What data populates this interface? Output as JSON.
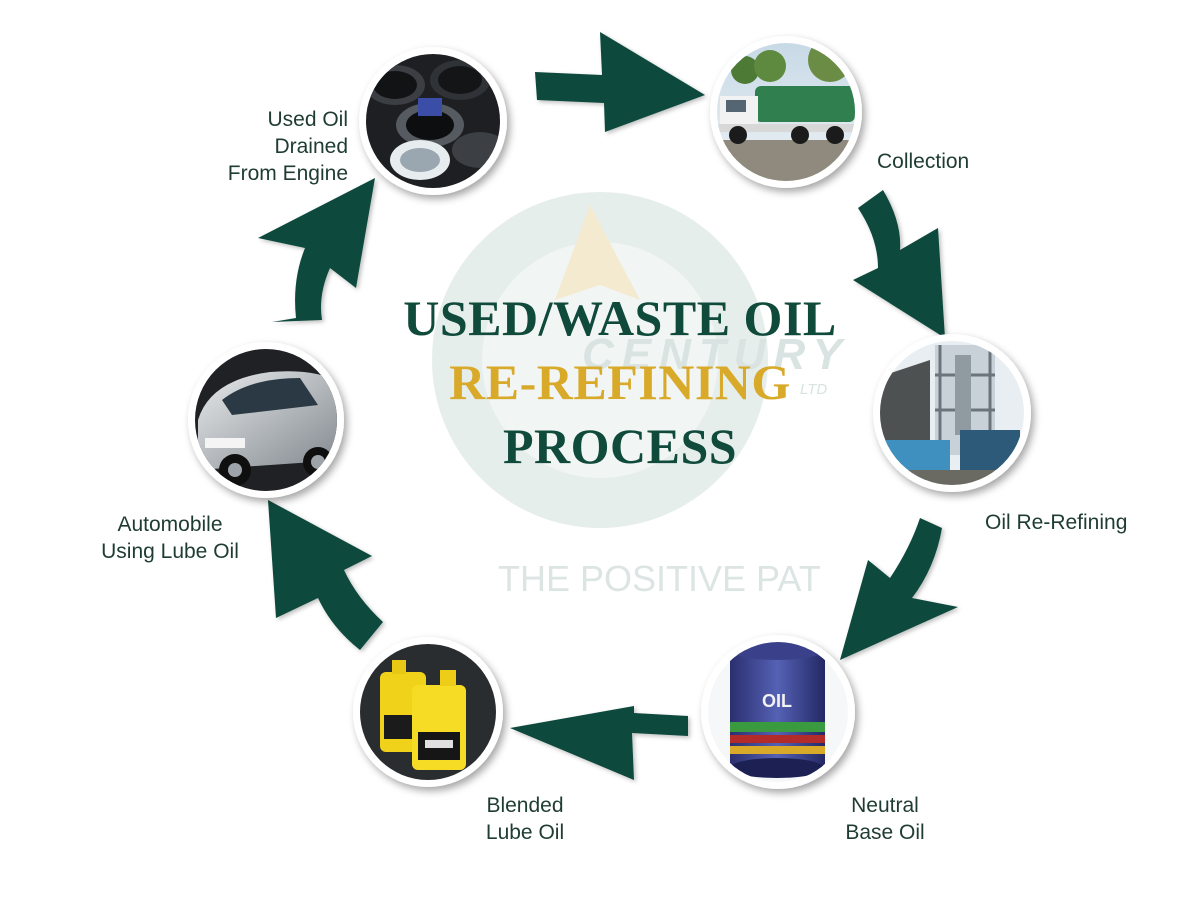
{
  "title": {
    "line1": "USED/WASTE OIL",
    "line2": "RE-REFINING",
    "line3": "PROCESS"
  },
  "watermark": {
    "brand": "CENTURY",
    "suffix": "LTD",
    "tagline": "THE POSITIVE PAT"
  },
  "steps": [
    {
      "label": "Used Oil\nDrained\nFrom Engine",
      "icon": "drain-barrels-photo"
    },
    {
      "label": "Collection",
      "icon": "tanker-truck-photo"
    },
    {
      "label": "Oil Re-Refining",
      "icon": "refinery-plant-photo"
    },
    {
      "label": "Neutral\nBase Oil",
      "icon": "oil-drum-photo"
    },
    {
      "label": "Blended\nLube Oil",
      "icon": "lube-bottles-photo"
    },
    {
      "label": "Automobile\nUsing Lube Oil",
      "icon": "car-photo"
    }
  ],
  "colors": {
    "arrow": "#0e4a3c",
    "title_dark": "#0f4a3a",
    "title_accent": "#d9a92a",
    "label_text": "#1f3c33",
    "watermark": "#d7e3e1"
  }
}
